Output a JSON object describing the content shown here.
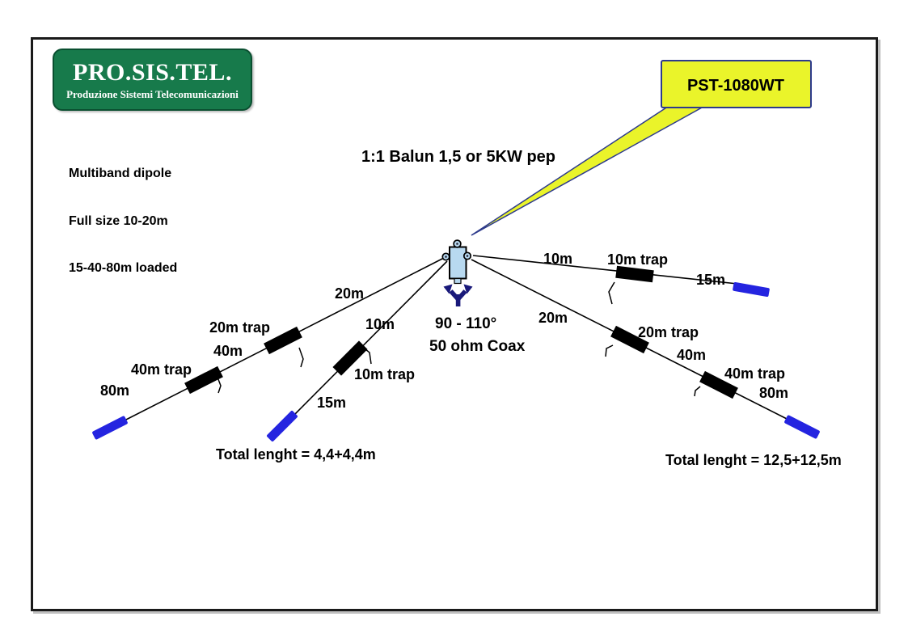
{
  "colors": {
    "frame_border": "#1a1a1a",
    "logo_green": "#177a4b",
    "logo_text": "#ffffff",
    "callout_yellow": "#eaf42a",
    "callout_border": "#2d3a8c",
    "wire": "#000000",
    "trap": "#000000",
    "insulator_blue": "#2424e0",
    "balun_fill": "#b8d9f0",
    "coax_arrow_navy": "#19197a",
    "label_text": "#000000"
  },
  "logo": {
    "title": "PRO.SIS.TEL.",
    "subtitle": "Produzione Sistemi Telecomunicazioni"
  },
  "info": {
    "line1": "Multiband dipole",
    "line2": "Full size 10-20m",
    "line3": "15-40-80m loaded"
  },
  "callout": {
    "label": "PST-1080WT"
  },
  "center": {
    "balun": "1:1  Balun 1,5 or 5KW pep",
    "angle": "90 - 110°",
    "coax": "50 ohm Coax"
  },
  "left_outer": {
    "seg1": "20m",
    "trap1": "20m trap",
    "seg2": "40m",
    "trap2": "40m trap",
    "seg3": "80m"
  },
  "left_inner": {
    "seg1": "10m",
    "trap": "10m trap",
    "seg2": "15m",
    "total": "Total lenght = 4,4+4,4m"
  },
  "right_inner": {
    "seg1": "10m",
    "trap": "10m trap",
    "seg2": "15m"
  },
  "right_outer": {
    "seg1": "20m",
    "trap1": "20m trap",
    "seg2": "40m",
    "trap2": "40m trap",
    "seg3": "80m",
    "total": "Total lenght = 12,5+12,5m"
  }
}
